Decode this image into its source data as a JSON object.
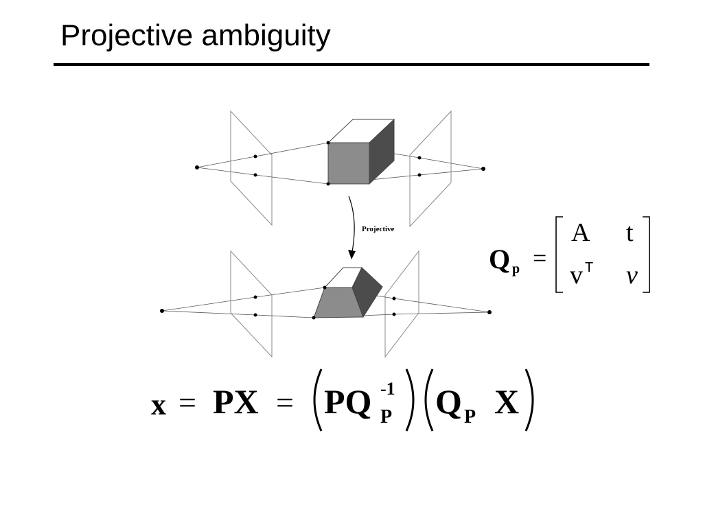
{
  "slide": {
    "title": "Projective ambiguity"
  },
  "figure": {
    "arrow_label": "Projective"
  },
  "matrix": {
    "lhs_symbol": "Q",
    "lhs_subscript": "p",
    "equals": "=",
    "a11": "A",
    "a12": "t",
    "a21": "v",
    "a21_superscript": "T",
    "a22": "v"
  },
  "equation": {
    "x": "x",
    "eq1": "=",
    "PX": "PX",
    "eq2": "=",
    "PQ": "PQ",
    "inv_exp": "-1",
    "inv_sub": "P",
    "Q": "Q",
    "q_sub": "P",
    "X": "X"
  }
}
